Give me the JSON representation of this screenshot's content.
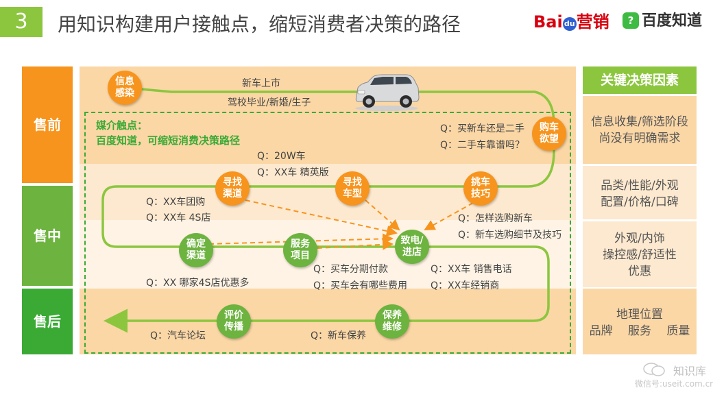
{
  "header": {
    "slide_number": "3",
    "title": "用知识构建用户接触点，缩短消费者决策的路径",
    "logo_baidu": "Bai",
    "logo_baidu_paw": "du",
    "logo_baidu_suffix": "营销",
    "logo_zhidao_icon": "?",
    "logo_zhidao": "百度知道"
  },
  "stages": {
    "pre": "售前",
    "mid": "售中",
    "post": "售后"
  },
  "factors": {
    "header": "关键决策因素",
    "pre": [
      "信息收集/筛选阶段",
      "尚没有明确需求"
    ],
    "mid1": [
      "品类/性能/外观",
      "配置/价格/口碑"
    ],
    "mid2": [
      "外观/内饰",
      "操控感/舒适性",
      "优惠"
    ],
    "post": [
      "地理位置",
      "品牌　 服务　 质量"
    ]
  },
  "media": {
    "line1": "媒介触点：",
    "line2": "百度知道，可缩短消费决策路径"
  },
  "nodes": {
    "info": [
      "信息",
      "感染"
    ],
    "desire": [
      "购车",
      "欲望"
    ],
    "pick": [
      "挑车",
      "技巧"
    ],
    "find_model": [
      "寻找",
      "车型"
    ],
    "find_channel": [
      "寻找",
      "渠道"
    ],
    "confirm": [
      "确定",
      "渠道"
    ],
    "service": [
      "服务",
      "项目"
    ],
    "call": [
      "致电/",
      "进店"
    ],
    "maintain": [
      "保养",
      "维修"
    ],
    "review": [
      "评价",
      "传播"
    ]
  },
  "labels": {
    "new_car": "新车上市",
    "life_events": "驾校毕业/新婚/生子",
    "q_new_or_used": "Q：买新车还是二手",
    "q_used_reliable": "Q：二手车靠谱吗？",
    "q_20w": "Q：20W车",
    "q_xx_elite": "Q：XX车 精英版",
    "q_group_buy": "Q：XX车团购",
    "q_4s": "Q：XX车 4S店",
    "q_how_choose": "Q：怎样选购新车",
    "q_details": "Q：新车选购细节及技巧",
    "q_discount": "Q：XX 哪家4S店优惠多",
    "q_installment": "Q：买车分期付款",
    "q_fees": "Q：买车会有哪些费用",
    "q_sales_phone": "Q：XX车 销售电话",
    "q_dealer": "Q：XX车经销商",
    "q_forum": "Q：汽车论坛",
    "q_maintenance": "Q：新车保养"
  },
  "watermark": {
    "name": "知识库",
    "account": "微信号:useit.com.cn"
  },
  "colors": {
    "orange": "#f7941d",
    "green": "#6db33f",
    "band_pre": "#fbd7a6",
    "band_mid": "#fde9cf",
    "path_green": "#8cc63f"
  }
}
